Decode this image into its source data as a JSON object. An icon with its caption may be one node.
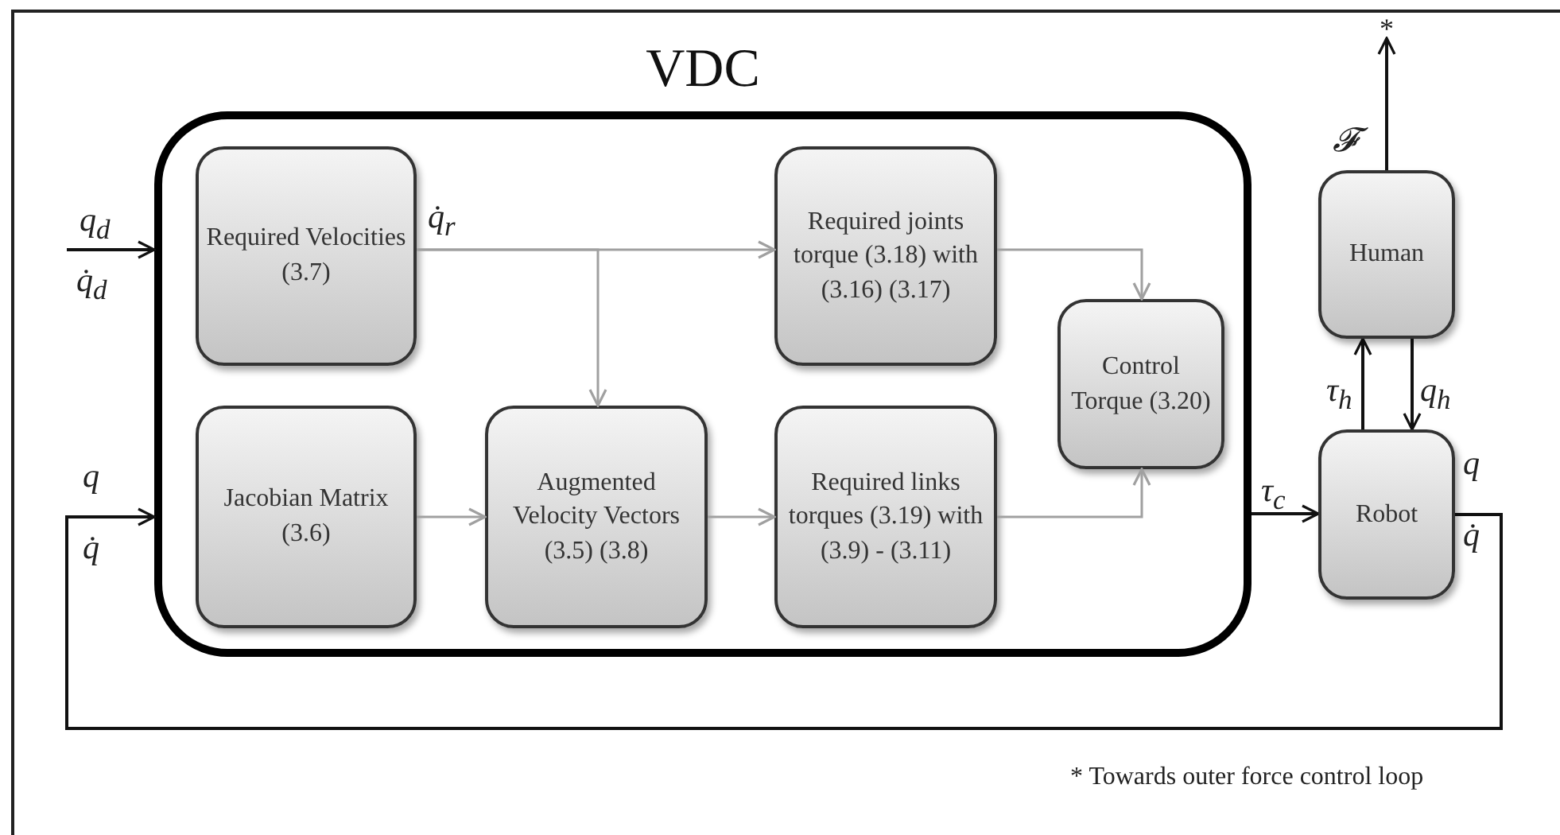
{
  "diagram": {
    "nodes": [
      {
        "text": [
          "VDC"
        ]
      },
      {
        "text": [
          "Required Velocities (3.7)"
        ],
        "in": 0
      },
      {
        "text": [
          "Required joints torque (3.18) with (3.16) (3.17)"
        ],
        "in": 0
      },
      {
        "text": [
          "Jacobian Matrix (3.6)"
        ],
        "in": 0
      },
      {
        "text": [
          "Augmented Velocity Vectors (3.5) (3.8)"
        ],
        "in": 0
      },
      {
        "text": [
          "Required links torques (3.19) with (3.9) - (3.11)"
        ],
        "in": 0
      },
      {
        "text": [
          "Control Torque (3.20)"
        ],
        "in": 0
      },
      {
        "text": [
          "Human"
        ]
      },
      {
        "text": [
          "Robot"
        ]
      },
      {
        "text": [
          "*"
        ]
      }
    ],
    "edges": [
      {
        "from": null,
        "to": 0,
        "arrow": "to"
      },
      {
        "from": 1,
        "to": 2,
        "arrow": "to",
        "color": "#a0a0a0"
      },
      {
        "from": 1,
        "to": 4,
        "arrow": "to",
        "color": "#a0a0a0"
      },
      {
        "from": 3,
        "to": 4,
        "arrow": "to",
        "color": "#a0a0a0"
      },
      {
        "from": 4,
        "to": 5,
        "arrow": "to",
        "color": "#a0a0a0"
      },
      {
        "from": 2,
        "to": 6,
        "arrow": "to",
        "color": "#a0a0a0"
      },
      {
        "from": 5,
        "to": 6,
        "arrow": "to",
        "color": "#a0a0a0"
      },
      {
        "from": 0,
        "to": 8,
        "arrow": "to"
      },
      {
        "from": 8,
        "to": 7,
        "arrow": "to"
      },
      {
        "from": 7,
        "to": 8,
        "arrow": "to"
      },
      {
        "from": 7,
        "to": 9,
        "arrow": "to"
      },
      {
        "from": 8,
        "to": 0,
        "arrow": "to"
      }
    ],
    "labels": [
      "q$_{d}$",
      "q̇$_{d}$",
      "q̇$_{r}$",
      "q",
      "q̇",
      "τ$_{c}$",
      "τ$_{h}$",
      "q$_{h}$",
      "q",
      "q̇",
      "𝓕",
      "* Towards outer force control loop"
    ]
  }
}
